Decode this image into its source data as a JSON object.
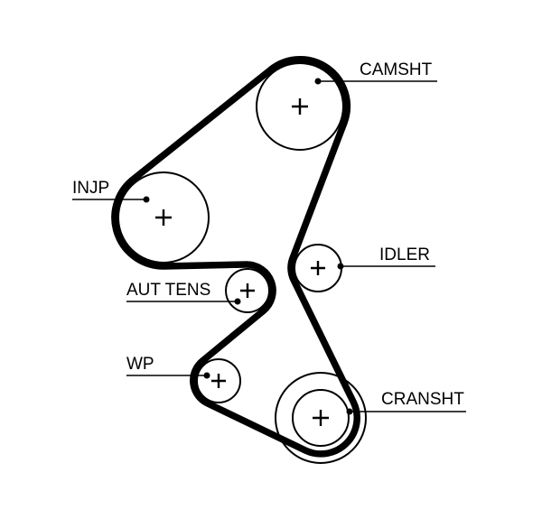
{
  "diagram": {
    "background_color": "#ffffff",
    "line_color": "#000000",
    "belt_color": "#000000"
  },
  "pulleys": [
    {
      "id": "camsht",
      "label": "CAMSHT"
    },
    {
      "id": "injp",
      "label": "INJP"
    },
    {
      "id": "idler",
      "label": "IDLER"
    },
    {
      "id": "aut-tens",
      "label": "AUT TENS"
    },
    {
      "id": "wp",
      "label": "WP"
    },
    {
      "id": "cransht",
      "label": "CRANSHT"
    }
  ]
}
